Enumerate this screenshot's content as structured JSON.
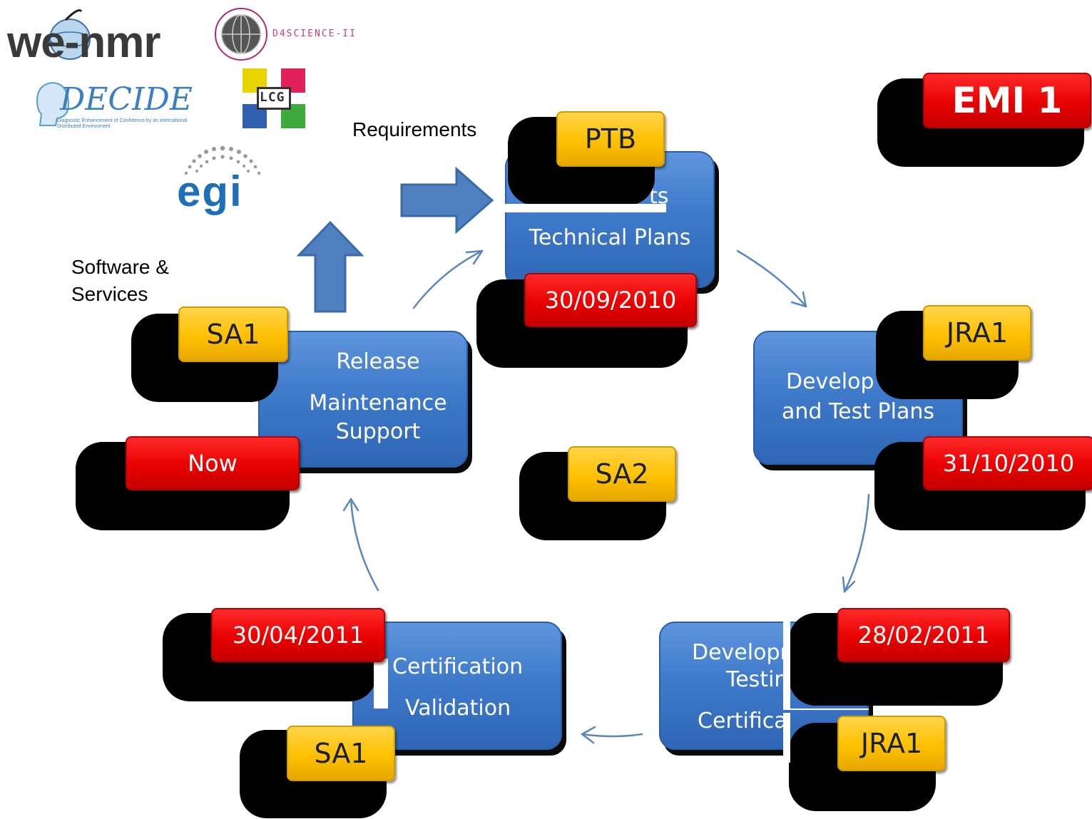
{
  "logos": {
    "wenmr": "we-nmr",
    "d4science": "D4SCIENCE-II",
    "decide": "DECIDE",
    "decide_caption": "Diagnostic Enhancement of Confidence by an International Distributed Environment",
    "lcg": "LCG",
    "egi": "egi"
  },
  "labels": {
    "requirements": "Requirements",
    "software_services": "Software & Services"
  },
  "emi_badge": "EMI 1",
  "phases": {
    "requirements": {
      "lines": [
        "ts",
        "Technical Plans"
      ],
      "team": "PTB",
      "date": "30/09/2010"
    },
    "development_plans": {
      "lines": [
        "Develop",
        "and Test Plans"
      ],
      "team": "JRA1",
      "date": "31/10/2010"
    },
    "development_testing": {
      "lines": [
        "Developr",
        "Testir",
        "Certifica"
      ],
      "team": "JRA1",
      "date": "28/02/2011"
    },
    "certification": {
      "lines": [
        "Certification",
        "Validation"
      ],
      "team": "SA1",
      "date": "30/04/2011"
    },
    "release": {
      "lines": [
        "Release",
        "Maintenance",
        "Support"
      ],
      "team": "SA1",
      "date": "Now"
    },
    "center": {
      "team": "SA2"
    }
  },
  "colors": {
    "box_blue": "#3f7acb",
    "badge_red": "#e80000",
    "badge_yellow": "#ffc000",
    "arrow_blue": "#5a86c0"
  }
}
